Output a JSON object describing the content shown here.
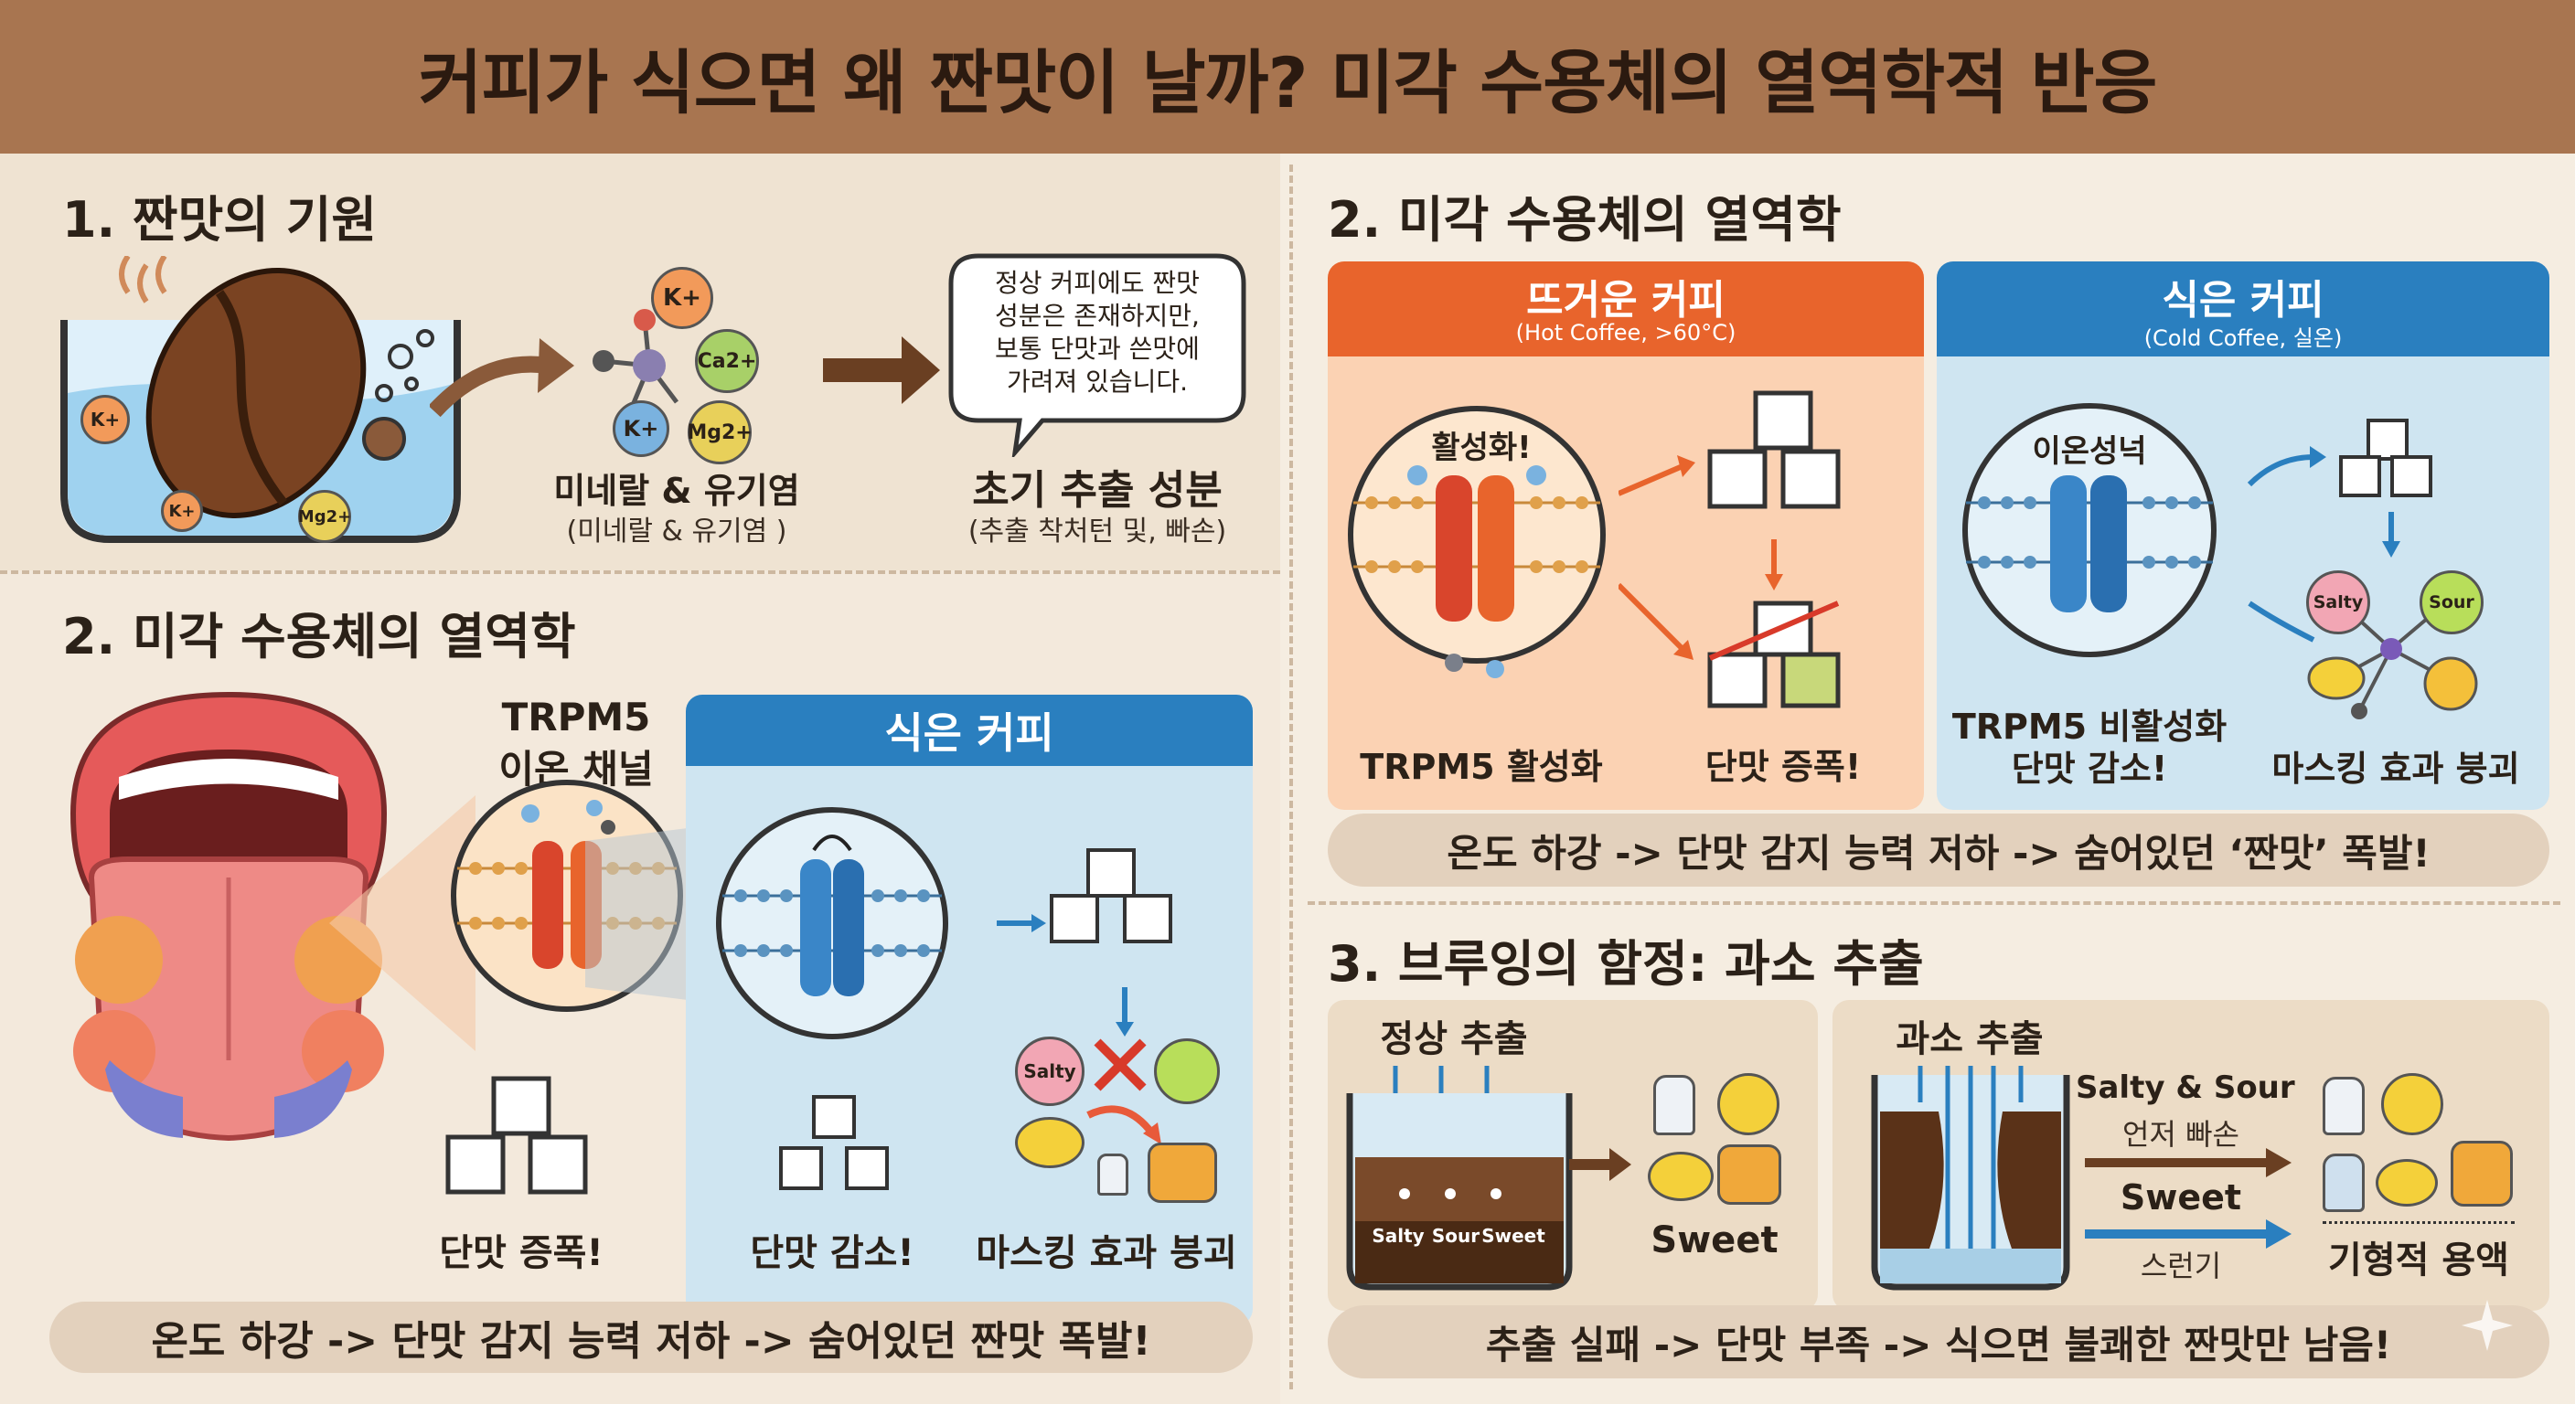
{
  "title": "커피가 식으면 왜 짠맛이 날까? 미각 수용체의 열역학적 반응",
  "section1": {
    "title": "1. 짠맛의 기원",
    "ions": [
      "K+",
      "Ca2+",
      "K+",
      "Mg2+"
    ],
    "water_ions": [
      "K+",
      "K+",
      "Mg2+"
    ],
    "minerals_label": "미네랄 & 유기염",
    "minerals_sub": "(미네랄 & 유기염 )",
    "bubble_lines": [
      "정상 커피에도 짠맛",
      "성분은 존재하지만,",
      "보통 단맛과 쓴맛에",
      "가려져 있습니다."
    ],
    "extract_label": "초기 추출 성분",
    "extract_sub": "(추출 착처턴 및, 빠손)"
  },
  "section2_left": {
    "title": "2. 미각 수용체의 열역학",
    "trpm5_line1": "TRPM5",
    "trpm5_line2": "이온 채널",
    "cold_header": "식은 커피",
    "sweet_boost": "단맛 증폭!",
    "sweet_drop": "단맛 감소!",
    "masking": "마스킹 효과 붕괴",
    "salty_tag": "Salty",
    "bottom_bar": "온도 하강 -> 단맛 감지 능력 저하 -> 숨어있던 짠맛 폭발!"
  },
  "section2_right": {
    "title": "2. 미각 수용체의 열역학",
    "hot": {
      "header": "뜨거운 커피",
      "sub": "(Hot Coffee, >60°C)",
      "activated": "활성화!",
      "trpm5_label": "TRPM5 활성화",
      "sweet_label": "단맛 증폭!"
    },
    "cold": {
      "header": "식은 커피",
      "sub": "(Cold Coffee, 실온)",
      "ionic": "이온성넉",
      "trpm5_line1": "TRPM5 비활성화",
      "trpm5_line2": "단맛 감소!",
      "masking": "마스킹 효과 붕괴",
      "salty_tag": "Salty",
      "sour_tag": "Sour"
    },
    "bottom_bar": "온도 하강 -> 단맛 감지 능력 저하 -> 숨어있던 ‘짠맛’ 폭발!"
  },
  "section3": {
    "title": "3. 브루잉의 함정: 과소 추출",
    "normal": {
      "label": "정상 추출",
      "tags": [
        "Salty",
        "Sour",
        "Sweet"
      ],
      "result": "Sweet"
    },
    "under": {
      "label": "과소 추출",
      "salty_sour_line1": "Salty & Sour",
      "salty_sour_line2": "언저 빠손",
      "sweet": "Sweet",
      "sweet_sub": "스런기",
      "result": "기형적 용액"
    },
    "bottom_bar": "추출 실패 -> 단맛 부족 -> 식으면 불쾌한 짠맛만 남음!"
  },
  "colors": {
    "header_bg": "#a87550",
    "hot_orange": "#e8642c",
    "cold_blue": "#2a7fbf",
    "bar_bg": "#e3d1bd",
    "channel_red": "#d9452c",
    "channel_blue": "#3a86c8"
  }
}
